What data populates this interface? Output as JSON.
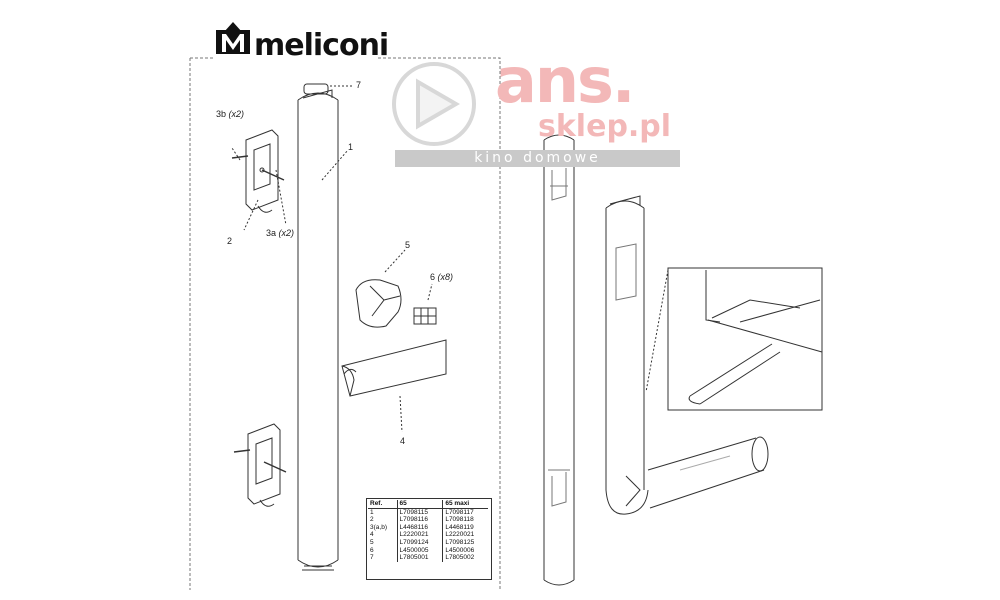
{
  "brand": {
    "name": "meliconi"
  },
  "callouts": {
    "c7": "7",
    "c1": "1",
    "c3b": "3b",
    "c3b_qty": "(x2)",
    "c2": "2",
    "c3a": "3a",
    "c3a_qty": "(x2)",
    "c5": "5",
    "c6": "6",
    "c6_qty": "(x8)",
    "c4": "4"
  },
  "watermark": {
    "brand": "ans.",
    "domain": "sklep.pl",
    "tagline": "kino domowe"
  },
  "ref_table": {
    "headers": [
      "Ref.",
      "65",
      "65 maxi"
    ],
    "rows": [
      [
        "1",
        "L7098115",
        "L7098117"
      ],
      [
        "2",
        "L7098116",
        "L7098118"
      ],
      [
        "3(a,b)",
        "L4468116",
        "L4468119"
      ],
      [
        "4",
        "L2220021",
        "L2220021"
      ],
      [
        "5",
        "L7099124",
        "L7098125"
      ],
      [
        "6",
        "L4500005",
        "L4500006"
      ],
      [
        "7",
        "L7805001",
        "L7805002"
      ]
    ]
  }
}
